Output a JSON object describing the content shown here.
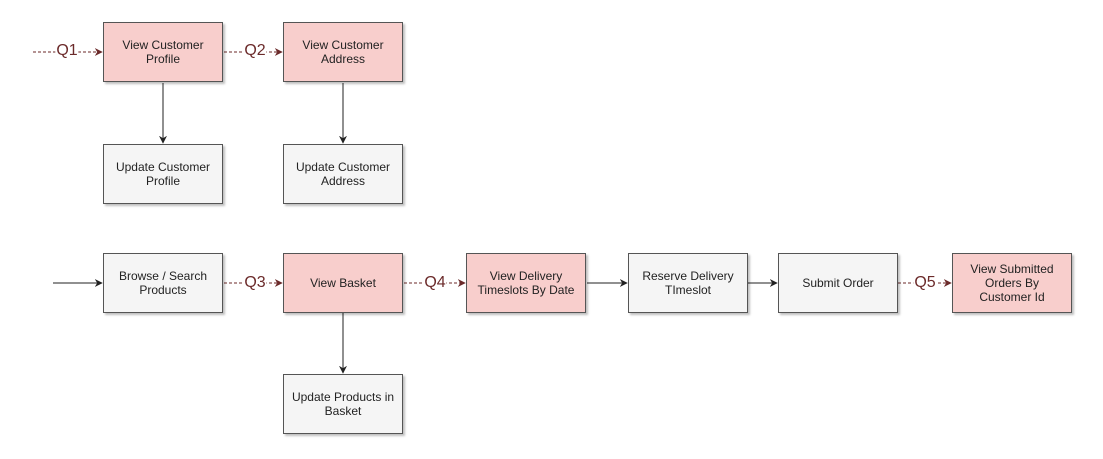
{
  "colors": {
    "query_fill": "#f8cecc",
    "command_fill": "#f5f5f5",
    "border": "#555555",
    "arrow": "#222222",
    "query_arrow": "#6b2a2a"
  },
  "nodes": {
    "view_customer_profile": "View Customer Profile",
    "view_customer_address": "View Customer Address",
    "update_customer_profile": "Update Customer Profile",
    "update_customer_address": "Update Customer Address",
    "browse_search_products": "Browse / Search Products",
    "view_basket": "View Basket",
    "view_delivery_timeslots": "View Delivery Timeslots By Date",
    "reserve_delivery_timeslot": "Reserve Delivery TImeslot",
    "submit_order": "Submit Order",
    "view_submitted_orders": "View Submitted Orders By Customer Id",
    "update_products_in_basket": "Update Products in Basket"
  },
  "queries": {
    "q1": "Q1",
    "q2": "Q2",
    "q3": "Q3",
    "q4": "Q4",
    "q5": "Q5"
  }
}
